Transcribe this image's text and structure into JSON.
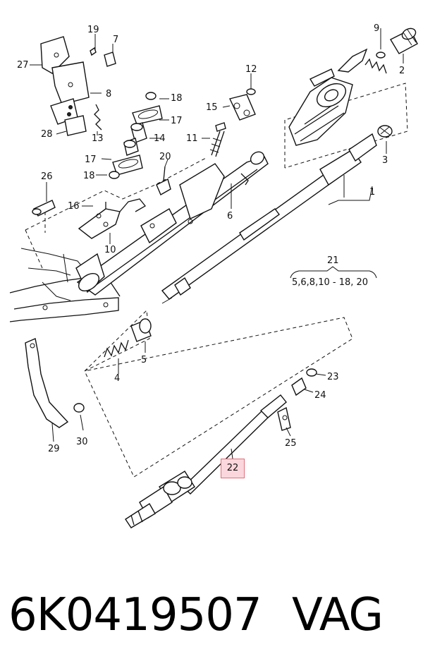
{
  "diagram": {
    "callouts": {
      "c1": "1",
      "c2": "2",
      "c3": "3",
      "c4": "4",
      "c5": "5",
      "c6": "6",
      "c7": "7",
      "c8": "8",
      "c9": "9",
      "c10": "10",
      "c11": "11",
      "c12": "12",
      "c13": "13",
      "c14": "14",
      "c15": "15",
      "c16": "16",
      "c17a": "17",
      "c17b": "17",
      "c18a": "18",
      "c18b": "18",
      "c19": "19",
      "c20": "20",
      "c21": "21",
      "c23": "23",
      "c24": "24",
      "c25": "25",
      "c26": "26",
      "c27": "27",
      "c28": "28",
      "c29": "29",
      "c30": "30"
    },
    "group_21_contents": "5,6,8,10 - 18, 20",
    "highlighted_callout": "22",
    "highlight_color": "#fbd6dc"
  },
  "footer": {
    "part_number": "6K0419507",
    "brand": "VAG"
  }
}
